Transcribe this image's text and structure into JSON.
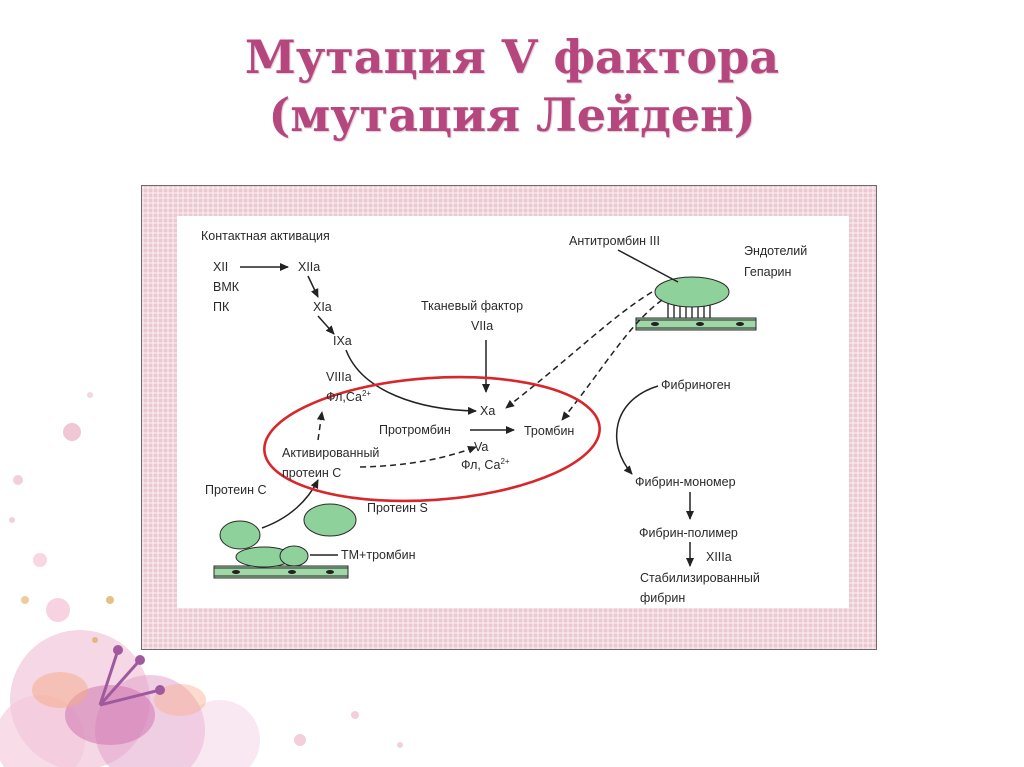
{
  "title": {
    "line1": "Мутация V фактора",
    "line2": "(мутация Лейден)"
  },
  "diagram": {
    "contact_activation": "Контактная активация",
    "xii": "XII",
    "xiia": "XIIa",
    "vmk": "ВМК",
    "pk": "ПК",
    "xia": "XIa",
    "ixa": "IXa",
    "viiia": "VIIIa",
    "fl_ca_1": "Фл,Са",
    "tissue_factor": "Тканевый фактор",
    "viia": "VIIa",
    "xa": "Xa",
    "prothrombin": "Протромбин",
    "thrombin": "Тромбин",
    "va": "Va",
    "fl_ca_2": "Фл, Са",
    "ca_charge": "2+",
    "activated_protein_c_line1": "Активированный",
    "activated_protein_c_line2": "протеин С",
    "protein_c": "Протеин С",
    "protein_s": "Протеин S",
    "tm_thrombin": "ТМ+тромбин",
    "antithrombin": "Антитромбин III",
    "endothelium": "Эндотелий",
    "heparin": "Гепарин",
    "fibrinogen": "Фибриноген",
    "fibrin_monomer": "Фибрин-мономер",
    "fibrin_polymer": "Фибрин-полимер",
    "xiiia": "XIIIa",
    "stabilized_fibrin_line1": "Стабилизированный",
    "stabilized_fibrin_line2": "фибрин"
  },
  "colors": {
    "title": "#b5477e",
    "highlight_ellipse": "#d8262b",
    "protein_green": "#8fd19a",
    "frame_pink": "#ecc9d2"
  }
}
